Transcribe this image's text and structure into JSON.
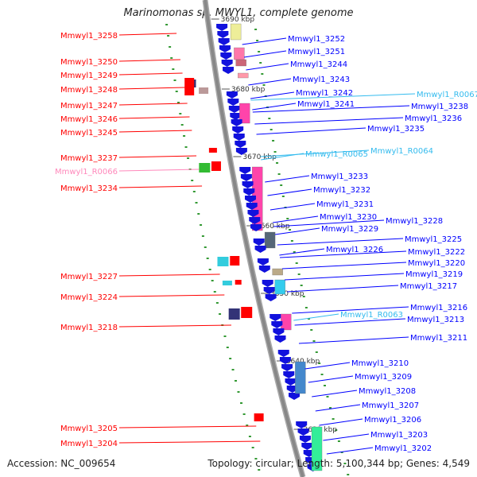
{
  "title": "Marinomonas sp. MWYL1, complete genome",
  "accession_text": "Accession: NC_009654",
  "summary_text": "Topology: circular; Length: 5,100,344 bp; Genes: 4,549",
  "colors": {
    "backbone": "#888888",
    "left_label": "#ff0000",
    "right_label": "#0000ff",
    "rna_label": "#33bbee",
    "pink_label": "#ff88bb",
    "tick": "#339933"
  },
  "scale_labels": [
    "3690 kbp",
    "3680 kbp",
    "3670 kbp",
    "3660 kbp",
    "3650 kbp",
    "3640 kbp",
    "3630 kbp"
  ],
  "left_genes": [
    {
      "label": "Mmwyl1_3258",
      "color": "red"
    },
    {
      "label": "Mmwyl1_3250",
      "color": "red"
    },
    {
      "label": "Mmwyl1_3249",
      "color": "red"
    },
    {
      "label": "Mmwyl1_3248",
      "color": "red"
    },
    {
      "label": "Mmwyl1_3247",
      "color": "red"
    },
    {
      "label": "Mmwyl1_3246",
      "color": "red"
    },
    {
      "label": "Mmwyl1_3245",
      "color": "red"
    },
    {
      "label": "Mmwyl1_3237",
      "color": "red"
    },
    {
      "label": "Mmwyl1_R0066",
      "color": "pink"
    },
    {
      "label": "Mmwyl1_3234",
      "color": "red"
    },
    {
      "label": "Mmwyl1_3227",
      "color": "red"
    },
    {
      "label": "Mmwyl1_3224",
      "color": "red"
    },
    {
      "label": "Mmwyl1_3218",
      "color": "red"
    },
    {
      "label": "Mmwyl1_3205",
      "color": "red"
    },
    {
      "label": "Mmwyl1_3204",
      "color": "red"
    }
  ],
  "right_genes": [
    {
      "label": "Mmwyl1_3252",
      "color": "blue"
    },
    {
      "label": "Mmwyl1_3251",
      "color": "blue"
    },
    {
      "label": "Mmwyl1_3244",
      "color": "blue"
    },
    {
      "label": "Mmwyl1_3243",
      "color": "blue"
    },
    {
      "label": "Mmwyl1_3242",
      "color": "blue"
    },
    {
      "label": "Mmwyl1_3241",
      "color": "blue"
    },
    {
      "label": "Mmwyl1_R0067",
      "color": "cyan"
    },
    {
      "label": "Mmwyl1_3238",
      "color": "blue"
    },
    {
      "label": "Mmwyl1_3236",
      "color": "blue"
    },
    {
      "label": "Mmwyl1_3235",
      "color": "blue"
    },
    {
      "label": "Mmwyl1_R0065",
      "color": "cyan"
    },
    {
      "label": "Mmwyl1_R0064",
      "color": "cyan"
    },
    {
      "label": "Mmwyl1_3233",
      "color": "blue"
    },
    {
      "label": "Mmwyl1_3232",
      "color": "blue"
    },
    {
      "label": "Mmwyl1_3231",
      "color": "blue"
    },
    {
      "label": "Mmwyl1_3230",
      "color": "blue"
    },
    {
      "label": "Mmwyl1_3228",
      "color": "blue"
    },
    {
      "label": "Mmwyl1_3229",
      "color": "blue"
    },
    {
      "label": "Mmwyl1_3225",
      "color": "blue"
    },
    {
      "label": "Mmwyl1_3226",
      "color": "blue"
    },
    {
      "label": "Mmwyl1_3222",
      "color": "blue"
    },
    {
      "label": "Mmwyl1_3220",
      "color": "blue"
    },
    {
      "label": "Mmwyl1_3219",
      "color": "blue"
    },
    {
      "label": "Mmwyl1_3217",
      "color": "blue"
    },
    {
      "label": "Mmwyl1_3216",
      "color": "blue"
    },
    {
      "label": "Mmwyl1_R0063",
      "color": "cyan"
    },
    {
      "label": "Mmwyl1_3213",
      "color": "blue"
    },
    {
      "label": "Mmwyl1_3211",
      "color": "blue"
    },
    {
      "label": "Mmwyl1_3210",
      "color": "blue"
    },
    {
      "label": "Mmwyl1_3209",
      "color": "blue"
    },
    {
      "label": "Mmwyl1_3208",
      "color": "blue"
    },
    {
      "label": "Mmwyl1_3207",
      "color": "blue"
    },
    {
      "label": "Mmwyl1_3206",
      "color": "blue"
    },
    {
      "label": "Mmwyl1_3203",
      "color": "blue"
    },
    {
      "label": "Mmwyl1_3202",
      "color": "blue"
    }
  ]
}
